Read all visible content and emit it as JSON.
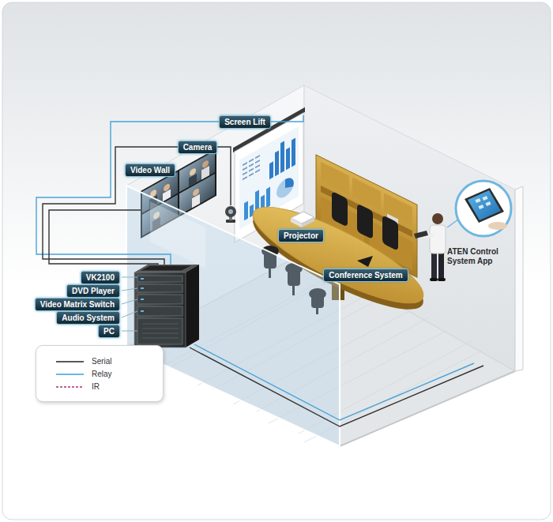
{
  "diagram": {
    "nodes": [
      {
        "text": [
          "Screen Lift"
        ]
      },
      {
        "text": [
          "Camera"
        ]
      },
      {
        "text": [
          "Video Wall"
        ]
      },
      {
        "text": [
          "Projector"
        ]
      },
      {
        "text": [
          "Conference System"
        ]
      },
      {
        "text": [
          "VK2100"
        ]
      },
      {
        "text": [
          "DVD Player"
        ]
      },
      {
        "text": [
          "Video Matrix Switch"
        ]
      },
      {
        "text": [
          "Audio System"
        ]
      },
      {
        "text": [
          "PC"
        ]
      }
    ],
    "labels": [
      "ATEN Control System App"
    ],
    "legend": [
      {
        "text": "Serial"
      },
      {
        "text": "Relay"
      },
      {
        "text": "IR"
      }
    ]
  }
}
